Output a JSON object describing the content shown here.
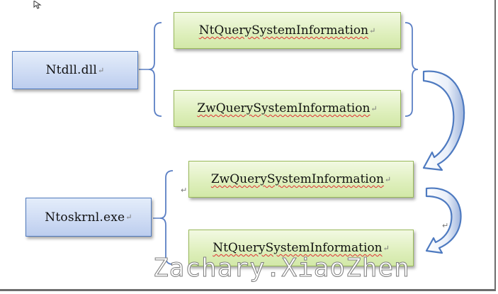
{
  "diagram": {
    "ntdll": {
      "label": "Ntdll.dll",
      "functions": [
        "NtQuerySystemInformation",
        "ZwQuerySystemInformation"
      ]
    },
    "ntoskrnl": {
      "label": "Ntoskrnl.exe",
      "functions": [
        "ZwQuerySystemInformation",
        "NtQuerySystemInformation"
      ]
    },
    "return_mark": "↵",
    "watermark": "Zachary.XiaoZhen"
  },
  "colors": {
    "blue_box_border": "#4f79bd",
    "green_box_border": "#99b95a",
    "arrow_fill": "#ffffff",
    "arrow_stroke": "#4e7ac0",
    "bracket": "#5b7fc4"
  },
  "icons": [
    "cursor-icon",
    "curved-arrow-icon"
  ]
}
